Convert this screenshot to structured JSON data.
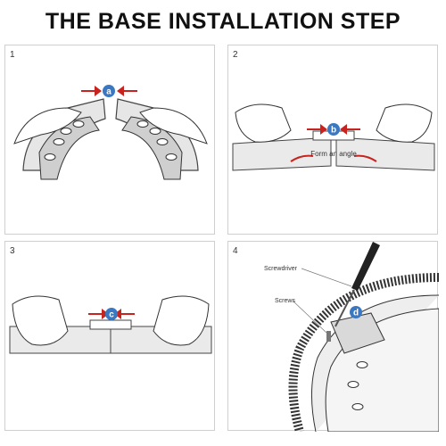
{
  "title": "THE BASE INSTALLATION STEP",
  "steps": [
    {
      "number": "1",
      "badge": "a"
    },
    {
      "number": "2",
      "badge": "b",
      "caption": "Form an angle"
    },
    {
      "number": "3",
      "badge": "c"
    },
    {
      "number": "4",
      "badge": "d",
      "labels": {
        "screwdriver": "Screwdriver",
        "screws": "Screws"
      }
    }
  ],
  "colors": {
    "badge": "#3a78c2",
    "arrow": "#c8231f"
  }
}
